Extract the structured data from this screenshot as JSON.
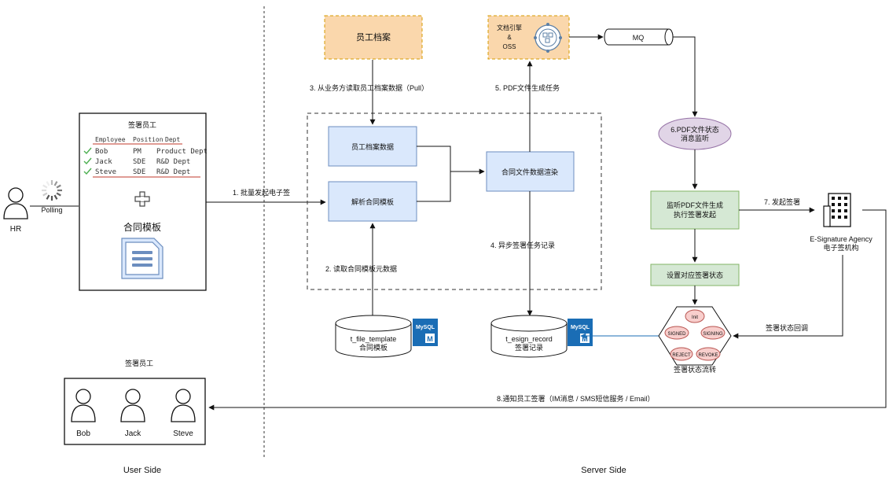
{
  "actors": {
    "hr": "HR",
    "polling": "Polling"
  },
  "form_card": {
    "title": "签署员工",
    "headers": [
      "Employee",
      "Position",
      "Dept"
    ],
    "rows": [
      {
        "name": "Bob",
        "position": "PM",
        "dept": "Product Dept"
      },
      {
        "name": "Jack",
        "position": "SDE",
        "dept": "R&D Dept"
      },
      {
        "name": "Steve",
        "position": "SDE",
        "dept": "R&D Dept"
      }
    ],
    "plus": "+",
    "template_label": "合同模板"
  },
  "employees_panel": {
    "title": "签署员工",
    "people": [
      "Bob",
      "Jack",
      "Steve"
    ]
  },
  "boxes": {
    "employee_archive": "员工档案",
    "doc_engine_line1": "文档引擎",
    "doc_engine_line2": "&",
    "doc_engine_line3": "OSS",
    "mq": "MQ",
    "employee_archive_data": "员工档案数据",
    "parse_template": "解析合同模板",
    "render_contract": "合同文件数据渲染",
    "pdf_listen_line1": "6.PDF文件状态",
    "pdf_listen_line2": "消息监听",
    "listen_pdf_line1": "监听PDF文件生成",
    "listen_pdf_line2": "执行签署发起",
    "set_status": "设置对应签署状态",
    "agency_line1": "E-Signature Agency",
    "agency_line2": "电子签机构"
  },
  "db": {
    "template_line1": "t_file_template",
    "template_line2": "合同模板",
    "record_line1": "t_esign_record",
    "record_line2": "签署记录",
    "mysql": "MySQL",
    "mysql_m": "M"
  },
  "states": {
    "init": "Init",
    "signed": "SIGNED",
    "signing": "SIGNING",
    "reject": "REJECT",
    "revoke": "REVOKE",
    "caption": "签署状态流转"
  },
  "arrows": {
    "step1": "1. 批量发起电子签",
    "step2": "2. 读取合同模板元数据",
    "step3": "3. 从业务方读取员工档案数据（Pull）",
    "step4": "4. 异步签署任务记录",
    "step5": "5. PDF文件生成任务",
    "step7": "7. 发起签署",
    "callback": "签署状态回调",
    "step8": "8.通知员工签署（IM消息 / SMS短信服务 / Email）"
  },
  "sides": {
    "user": "User Side",
    "server": "Server Side"
  },
  "colors": {
    "orange_fill": "#fad7ac",
    "orange_stroke": "#d79b00",
    "blue_fill": "#dae8fc",
    "blue_stroke": "#6c8ebf",
    "green_fill": "#d5e8d4",
    "green_stroke": "#82b366",
    "purple_fill": "#e1d5e7",
    "purple_stroke": "#9673a6",
    "state_fill": "#f8cecc",
    "state_stroke": "#b85450",
    "mysql_blue": "#1a6db5"
  }
}
